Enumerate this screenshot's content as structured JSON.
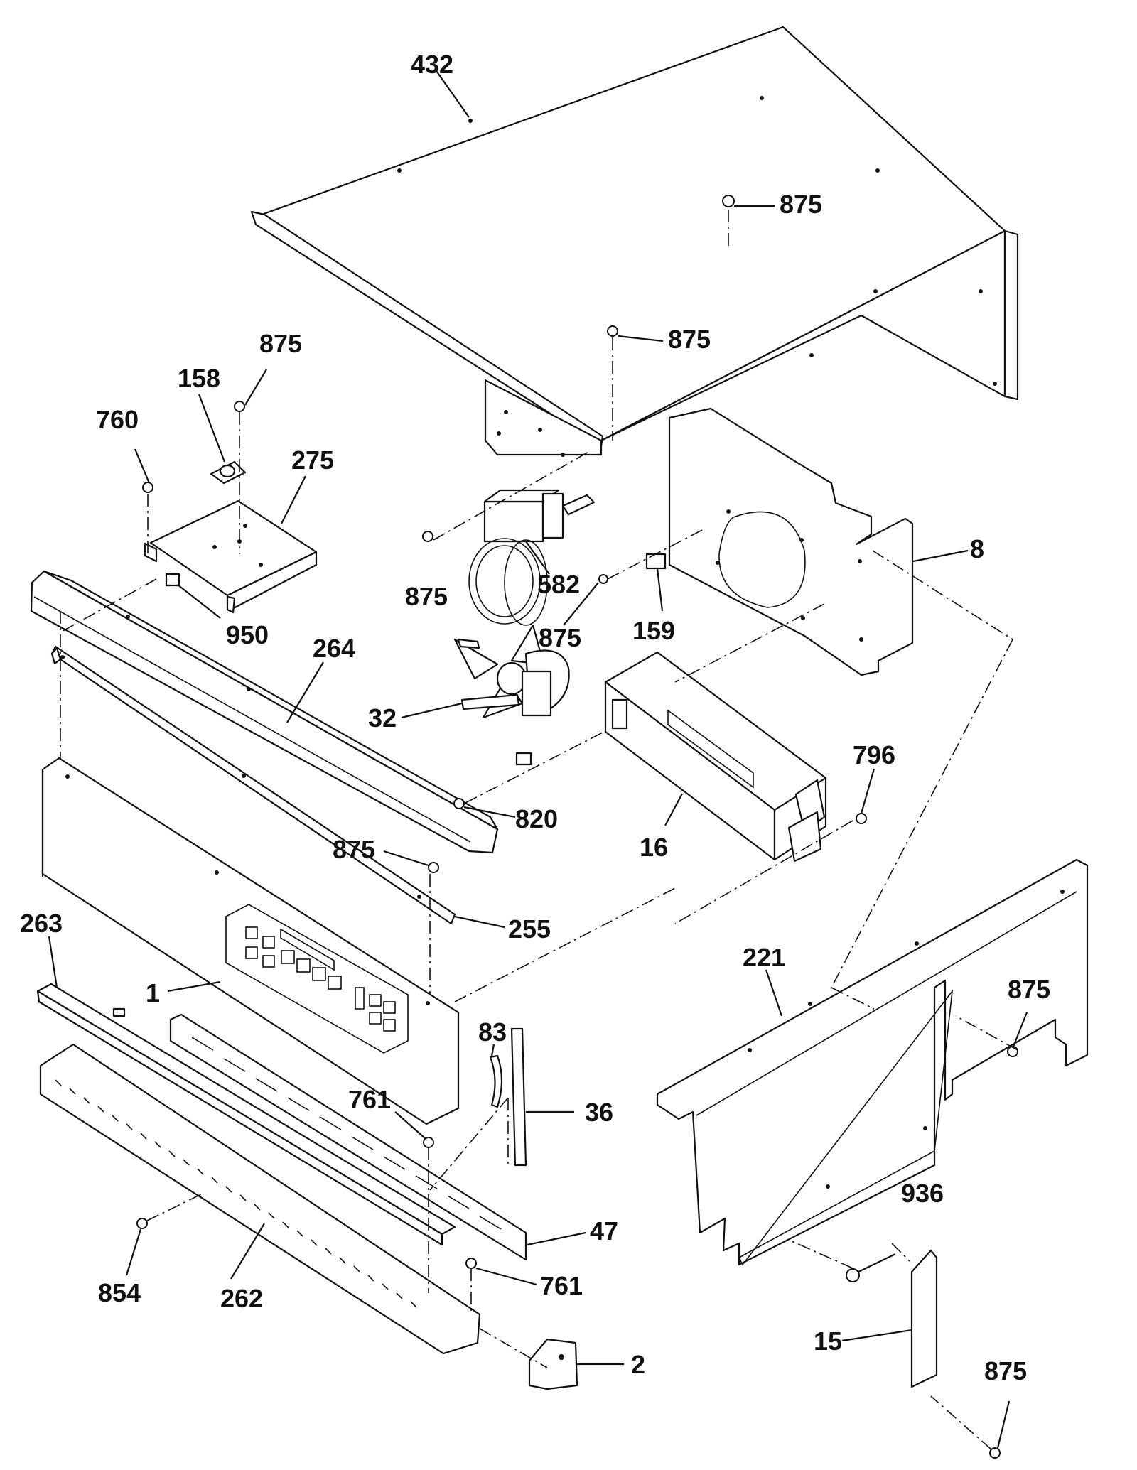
{
  "labels": {
    "p432": "432",
    "p875a": "875",
    "p875b": "875",
    "p875c": "875",
    "p158": "158",
    "p760": "760",
    "p275": "275",
    "p875d": "875",
    "p582": "582",
    "p8": "8",
    "p875e": "875",
    "p159": "159",
    "p950": "950",
    "p264": "264",
    "p32": "32",
    "p796": "796",
    "p820": "820",
    "p16": "16",
    "p875f": "875",
    "p263": "263",
    "p255": "255",
    "p221": "221",
    "p875g": "875",
    "p1": "1",
    "p83": "83",
    "p36": "36",
    "p761a": "761",
    "p936": "936",
    "p47": "47",
    "p854": "854",
    "p262": "262",
    "p761b": "761",
    "p15": "15",
    "p875h": "875",
    "p2": "2"
  }
}
